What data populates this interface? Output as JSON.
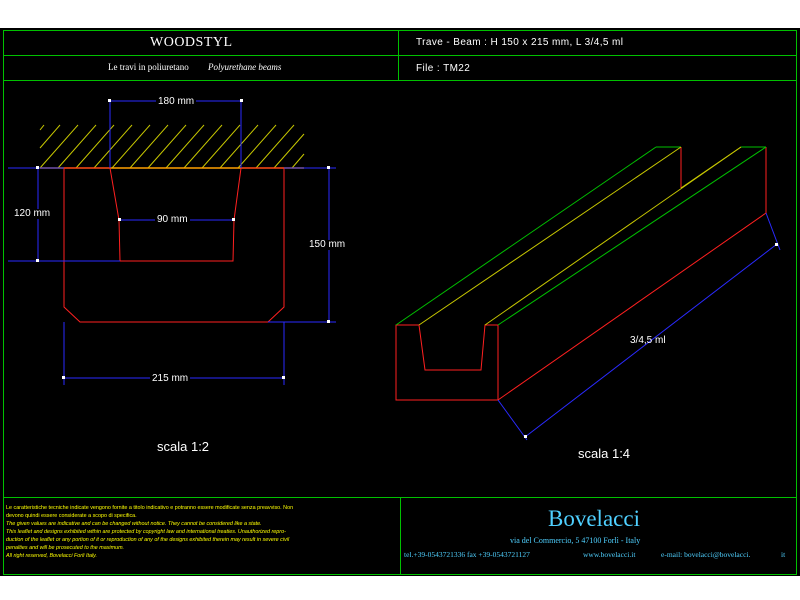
{
  "title_block": {
    "brand": "WOODSTYL",
    "subtitle_it": "Le travi in poliuretano",
    "subtitle_en": "Polyurethane beams",
    "description": "Trave - Beam : H 150 x 215 mm, L 3/4,5 ml",
    "file": "File : TM22"
  },
  "drawing": {
    "dim_top_width": "180 mm",
    "dim_inner_width": "90 mm",
    "dim_left_height": "120 mm",
    "dim_right_height": "150 mm",
    "dim_bottom_width": "215 mm",
    "scale_section": "scala 1:2",
    "dim_length": "3/4,5 ml",
    "scale_perspective": "scala 1:4"
  },
  "disclaimer": [
    "Le caratteristiche tecniche indicate vengono fornite a titolo indicativo e potranno essere modificate senza preavviso. Non",
    "devono quindi essere considerate a scopo di specifica.",
    "The given values are indicative and can be changed without notice. They cannot be considered like a state.",
    "This leaflet and designs exhibited within are protected by copyright law and international treaties. Unauthorized repro-",
    "duction of the leaflet or any portion of it or reproduction of any of the designs exhibited therein may result in severe civil",
    "penalties and will be prosecuted to the maximum.",
    "All right reserved, Bovelacci Forli Italy."
  ],
  "company": {
    "name": "Bovelacci",
    "address": "via del Commercio, 5  47100 Forlì - Italy",
    "phones": "tel.+39-0543721336  fax +39-0543721127",
    "web": "www.bovelacci.it",
    "email": "e-mail: bovelacci@bovelacci.",
    "email_tld": "it"
  },
  "colors": {
    "background": "#000000",
    "frame": "#00c000",
    "beam_outline": "#ff2020",
    "dimension": "#2a2aff",
    "hatch": "#ffff00",
    "text": "#ffffff",
    "company_text": "#4fd0ff"
  }
}
